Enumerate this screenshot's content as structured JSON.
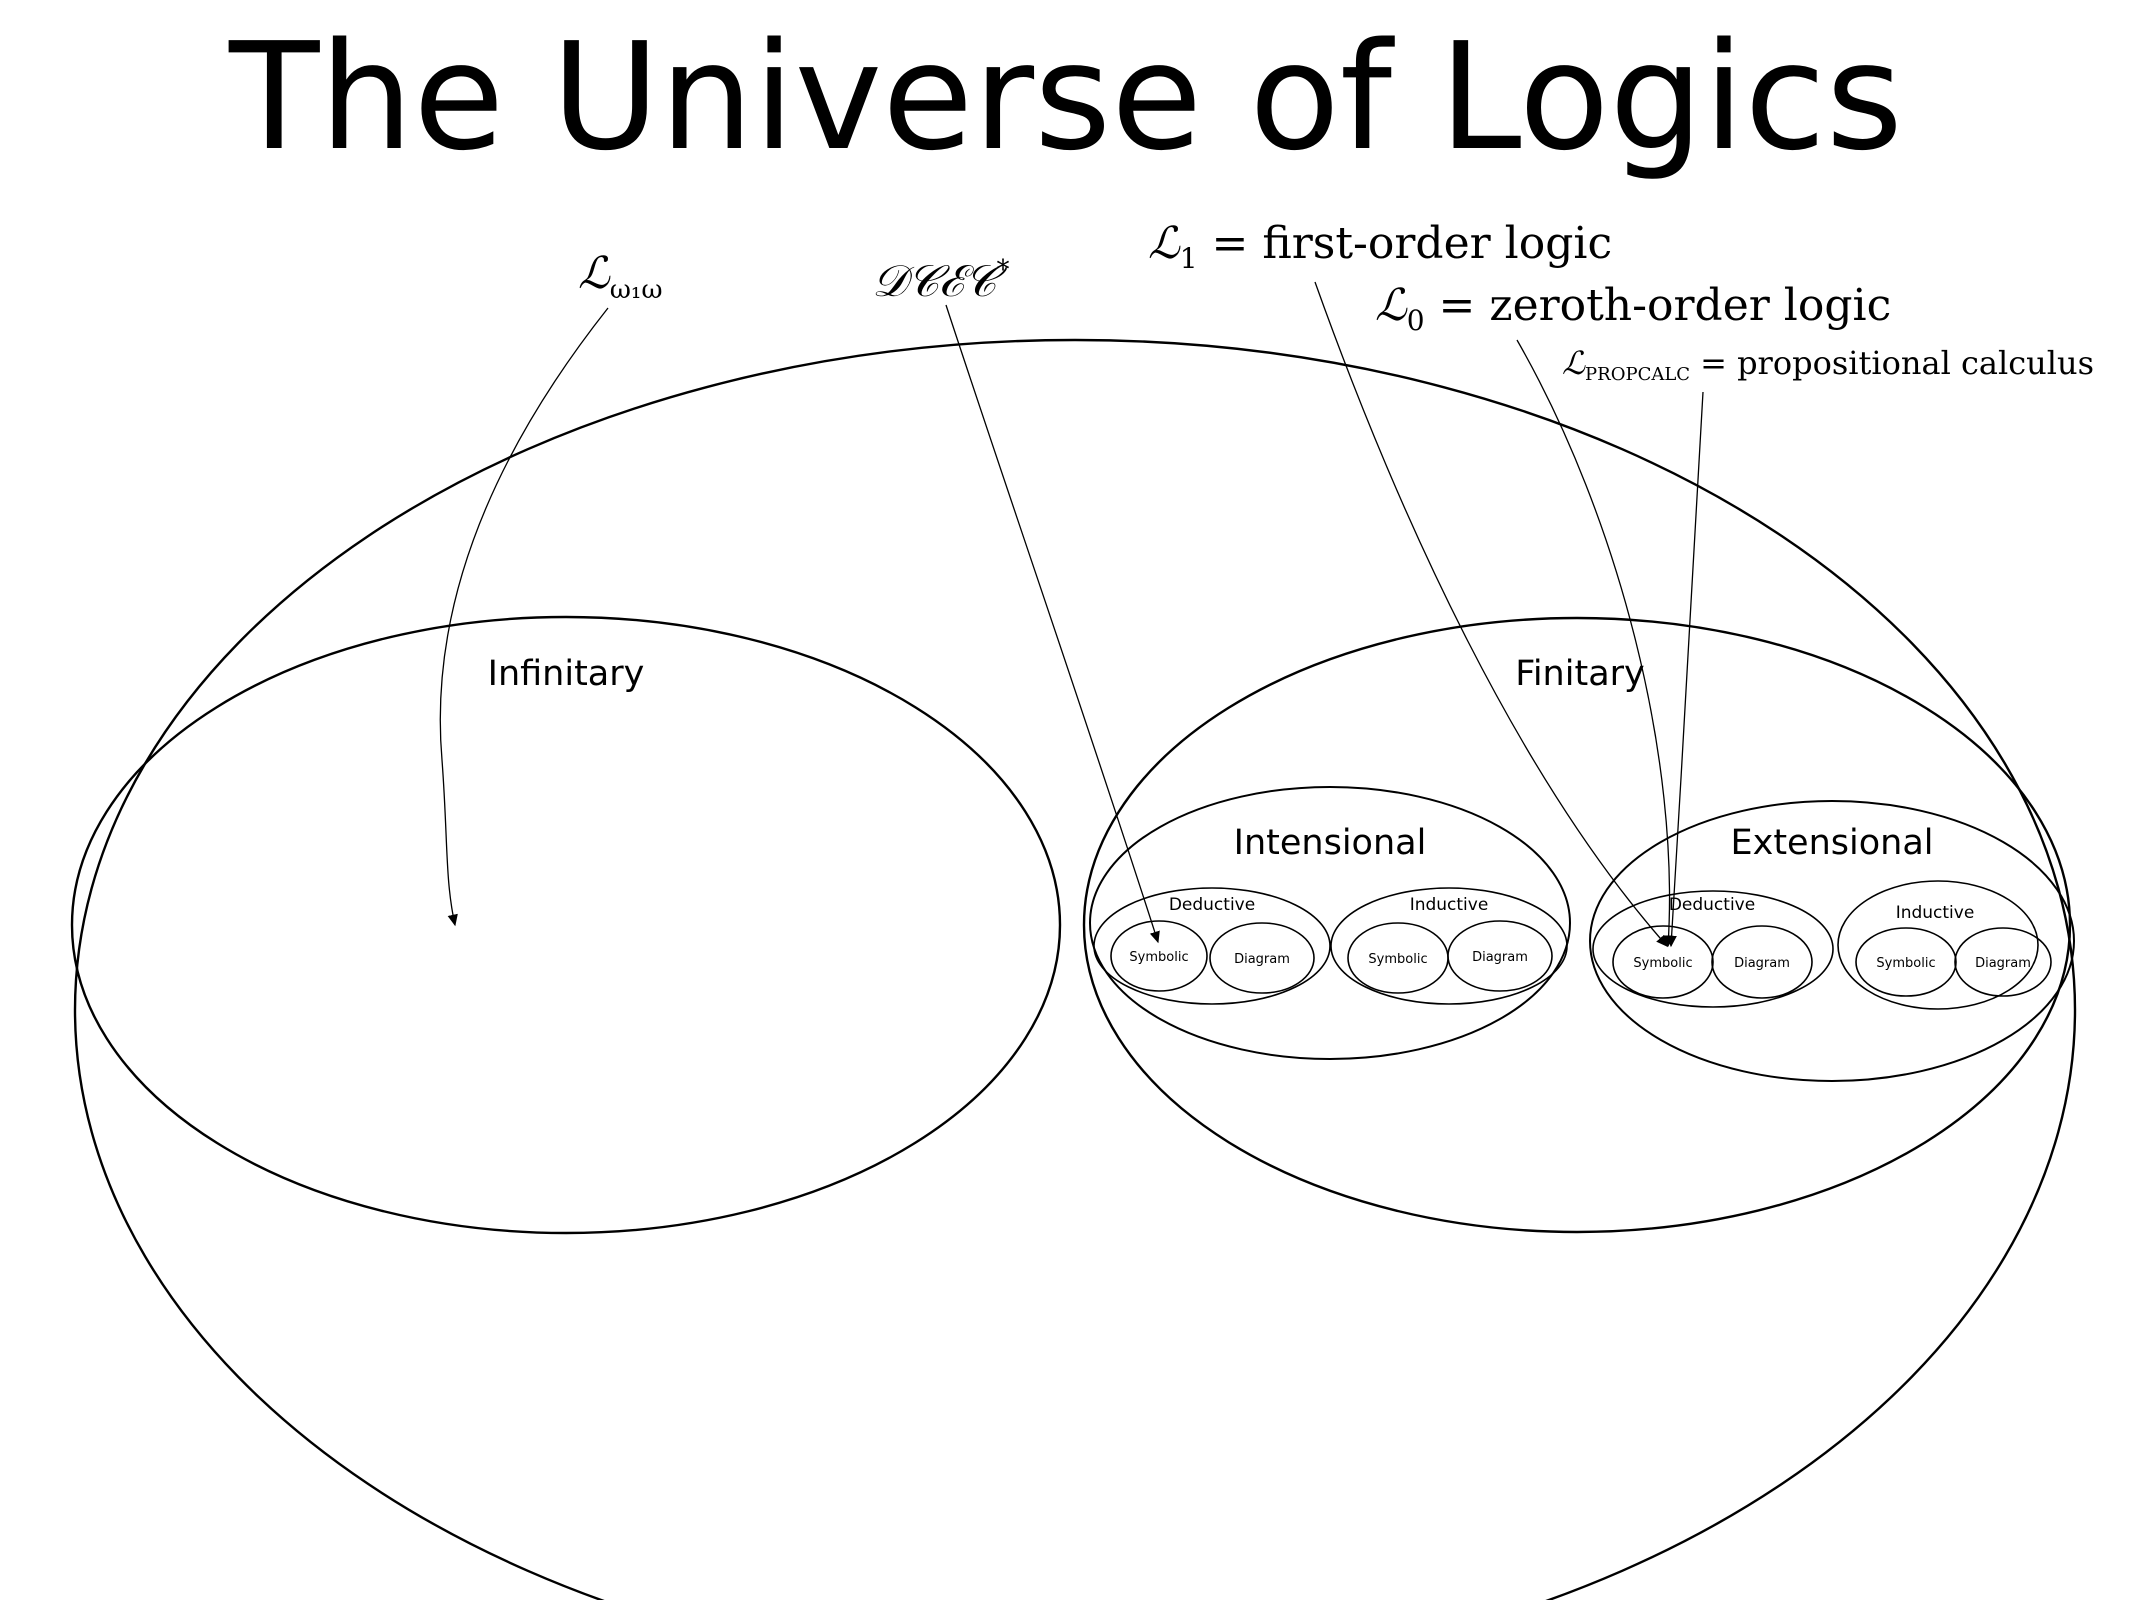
{
  "title": "The Universe of Logics",
  "regions": {
    "infinitary": "Infinitary",
    "finitary": "Finitary",
    "intensional": "Intensional",
    "extensional": "Extensional",
    "intensional_deductive": "Deductive",
    "intensional_inductive": "Inductive",
    "extensional_deductive": "Deductive",
    "extensional_inductive": "Inductive",
    "leaf_symbolic": "Symbolic",
    "leaf_diagram": "Diagram"
  },
  "annotations": {
    "l_omega": {
      "script": "ℒ",
      "sub": "ω₁ω"
    },
    "dcec": {
      "text": "𝒟𝒞ℰ𝒞",
      "sup": "*"
    },
    "l1": {
      "script": "ℒ",
      "sub": "1",
      "rest": "= first-order logic"
    },
    "l0": {
      "script": "ℒ",
      "sub": "0",
      "rest": "= zeroth-order logic"
    },
    "lprop": {
      "script": "ℒ",
      "sub": "PROPCALC",
      "rest": "= propositional calculus"
    }
  }
}
